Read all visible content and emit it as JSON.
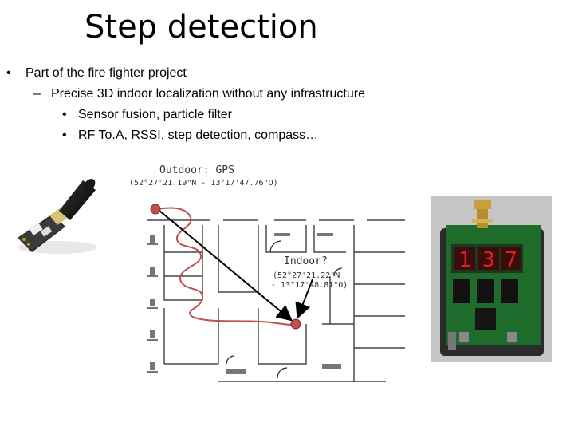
{
  "slide": {
    "title": "Step detection",
    "bullets": [
      {
        "marker": "•",
        "text": "Part of the fire fighter project"
      },
      {
        "marker": "–",
        "text": "Precise 3D indoor localization without any infrastructure"
      },
      {
        "marker": "•",
        "text": "Sensor fusion, particle filter"
      },
      {
        "marker": "•",
        "text": "RF To.A, RSSI, step detection, compass…"
      }
    ]
  },
  "map": {
    "outdoor_label": "Outdoor: GPS",
    "outdoor_coords": "(52°27'21.19\"N - 13°17'47.76\"O)",
    "indoor_label": "Indoor?",
    "indoor_coords_line1": "(52°27'21.22\"N",
    "indoor_coords_line2": "- 13°17'48.81\"O)",
    "path_color": "#c0504d",
    "point_color": "#c0504d",
    "arrow_color": "#000000"
  },
  "device": {
    "display_digits": "137",
    "display_color": "#e02020",
    "board_color": "#1f6b2c"
  }
}
